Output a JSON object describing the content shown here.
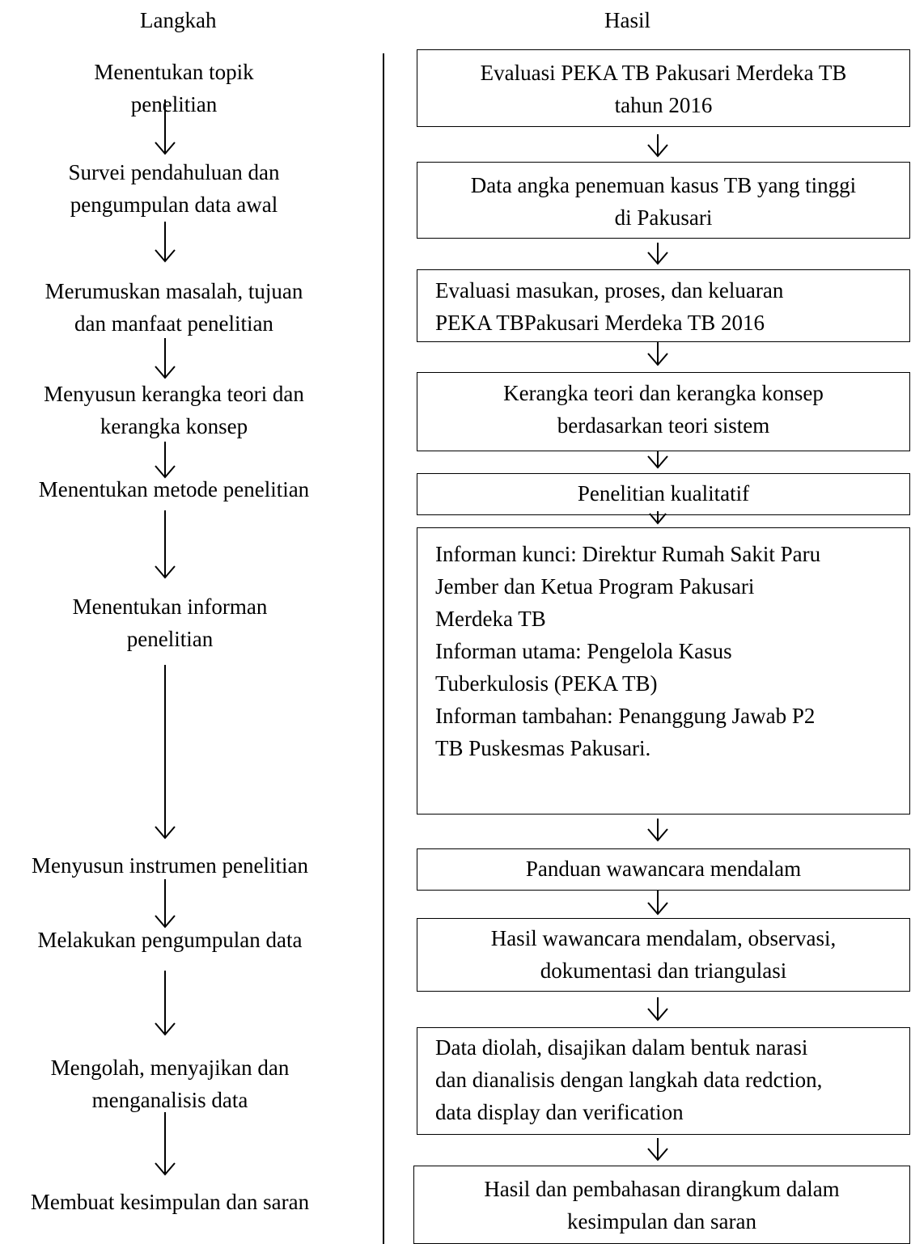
{
  "headers": {
    "left": "Langkah",
    "right": "Hasil"
  },
  "steps": [
    "Menentukan topik\npenelitian",
    "Survei pendahuluan dan\npengumpulan data awal",
    "Merumuskan masalah, tujuan\ndan manfaat penelitian",
    "Menyusun kerangka teori dan\nkerangka konsep",
    "Menentukan metode penelitian",
    "Menentukan informan\npenelitian",
    "Menyusun instrumen penelitian",
    "Melakukan pengumpulan data",
    "Mengolah, menyajikan dan\nmenganalisis data",
    "Membuat kesimpulan dan saran"
  ],
  "results": [
    "Evaluasi PEKA TB Pakusari Merdeka TB\ntahun 2016",
    "Data angka penemuan kasus TB yang tinggi\ndi Pakusari",
    "Evaluasi masukan, proses, dan keluaran\nPEKA TBPakusari Merdeka TB 2016",
    "Kerangka teori dan kerangka konsep\nberdasarkan teori sistem",
    "Penelitian kualitatif",
    "Informan kunci: Direktur Rumah Sakit Paru\nJember dan Ketua Program Pakusari\nMerdeka TB\nInforman utama: Pengelola Kasus\nTuberkulosis (PEKA TB)\nInforman tambahan: Penanggung Jawab P2\nTB Puskesmas Pakusari.",
    "Panduan wawancara mendalam",
    "Hasil wawancara mendalam, observasi,\ndokumentasi dan triangulasi",
    "Data diolah, disajikan dalam bentuk narasi\ndan dianalisis dengan langkah data redction,\ndata display dan verification",
    "Hasil dan pembahasan dirangkum dalam\nkesimpulan dan saran"
  ]
}
